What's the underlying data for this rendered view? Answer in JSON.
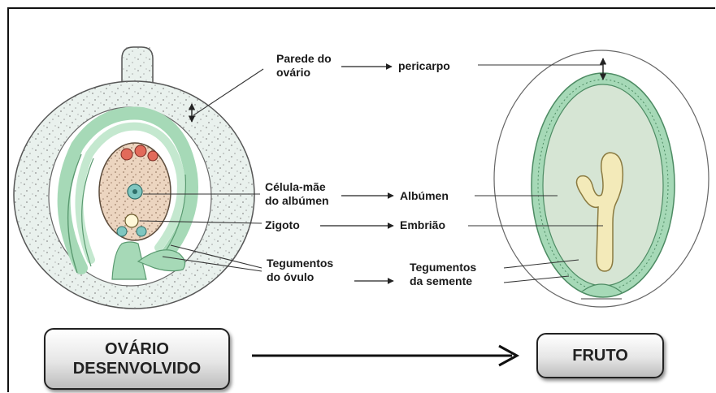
{
  "labels": {
    "parede_do_ovario": [
      "Parede do",
      "ovário"
    ],
    "pericarpo": "pericarpo",
    "celula_mae": [
      "Célula-mãe",
      "do albúmen"
    ],
    "albumen": "Albúmen",
    "zigoto": "Zigoto",
    "embriao": "Embrião",
    "tegumentos_ovulo": [
      "Tegumentos",
      "do óvulo"
    ],
    "tegumentos_semente": [
      "Tegumentos",
      "da semente"
    ]
  },
  "boxes": {
    "ovario": [
      "OVÁRIO",
      "DESENVOLVIDO"
    ],
    "fruto": "FRUTO"
  },
  "colors": {
    "ovary_wall": "#e9f1ed",
    "green_layer": "#a6d9b7",
    "green_band": "#c4e8cf",
    "embryo_sac": "#ecd5c0",
    "albumen": "#d6e5d4",
    "embryo": "#f3eab9"
  }
}
